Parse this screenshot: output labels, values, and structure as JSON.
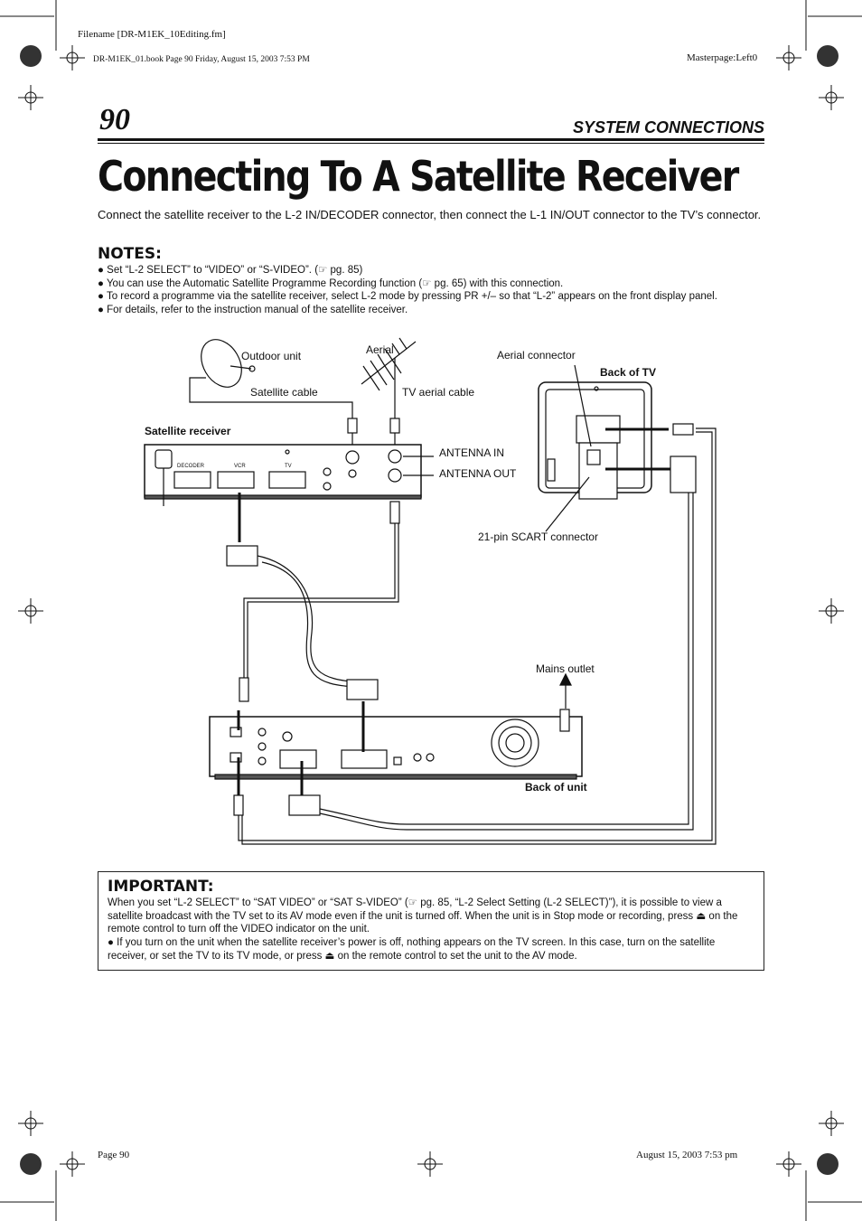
{
  "meta": {
    "filename": "Filename [DR-M1EK_10Editing.fm]",
    "bookline": "DR-M1EK_01.book  Page 90  Friday, August 15, 2003  7:53 PM",
    "masterpage": "Masterpage:Left0",
    "footer_left": "Page 90",
    "footer_right": "August 15, 2003 7:53 pm"
  },
  "header": {
    "page_number": "90",
    "section": "SYSTEM CONNECTIONS"
  },
  "title": "Connecting To A Satellite Receiver",
  "intro": "Connect the satellite receiver to the L-2 IN/DECODER connector, then connect the L-1 IN/OUT connector to the TV’s connector.",
  "notes": {
    "heading": "NOTES:",
    "items": [
      "Set “L-2 SELECT” to “VIDEO” or “S-VIDEO”. (☞ pg. 85)",
      "You can use the Automatic Satellite Programme Recording function (☞ pg. 65) with this connection.",
      "To record a programme via the satellite receiver, select L-2 mode by pressing PR +/– so that “L-2” appears on the front display panel.",
      "For details, refer to the instruction manual of the satellite receiver."
    ]
  },
  "diagram": {
    "outdoor_unit": "Outdoor unit",
    "satellite_cable": "Satellite cable",
    "aerial": "Aerial",
    "tv_aerial_cable": "TV aerial cable",
    "aerial_connector": "Aerial connector",
    "back_of_tv": "Back of TV",
    "satellite_receiver": "Satellite receiver",
    "antenna_in": "ANTENNA IN",
    "antenna_out": "ANTENNA OUT",
    "scart_connector": "21-pin SCART connector",
    "mains_outlet": "Mains outlet",
    "back_of_unit": "Back of unit",
    "rx_decoder": "DECODER",
    "rx_vcr": "VCR",
    "rx_tv": "TV"
  },
  "important": {
    "heading": "IMPORTANT:",
    "para1": "When you set “L-2 SELECT” to “SAT VIDEO” or “SAT S-VIDEO” (☞ pg. 85, “L-2 Select Setting (L-2 SELECT)”), it is possible to view a satellite broadcast with the TV set to its AV mode even if the unit is turned off. When the unit is in Stop mode or recording, press ⏏ on the remote control to turn off the VIDEO indicator on the unit.",
    "para2": "If you turn on the unit when the satellite receiver’s power is off, nothing appears on the TV screen. In this case, turn on the satellite receiver, or set the TV to its TV mode, or press ⏏ on the remote control to set the unit to the AV mode."
  }
}
